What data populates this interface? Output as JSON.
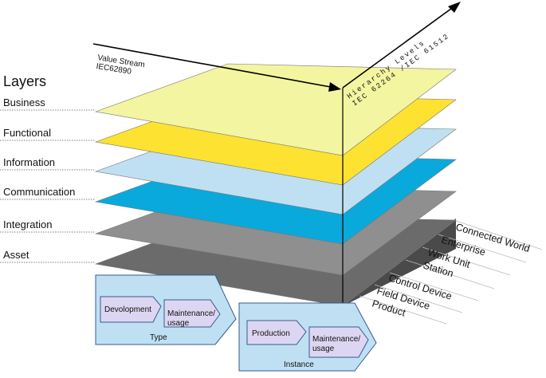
{
  "layers_heading": "Layers",
  "layers": [
    {
      "label": "Business",
      "color": "#f3f5a0"
    },
    {
      "label": "Functional",
      "color": "#fde232"
    },
    {
      "label": "Information",
      "color": "#bfe0f3"
    },
    {
      "label": "Communication",
      "color": "#0aa9dc"
    },
    {
      "label": "Integration",
      "color": "#8f8f8f"
    },
    {
      "label": "Asset",
      "color": "#6b6b6b"
    }
  ],
  "value_stream_axis": {
    "line1": "Value Stream",
    "line2": "IEC62890"
  },
  "hierarchy_axis": {
    "line1": "Hierarchy Levels",
    "line2": "IEC 62264 /IEC 61512"
  },
  "hierarchy_levels": [
    "Connected World",
    "Enterprise",
    "Work Unit",
    "Station",
    "Control Device",
    "Field Device",
    "Product"
  ],
  "lifecycle": {
    "type": {
      "label": "Type",
      "steps": [
        "Devolopment",
        "Maintenance/ usage"
      ]
    },
    "instance": {
      "label": "Instance",
      "steps": [
        "Production",
        "Maintenance/ usage"
      ]
    }
  },
  "colors": {
    "hierarchy_side": "#4a4a4a",
    "lifecycle_box": "#bfe0f3",
    "lifecycle_step": "#ddd6f2",
    "lifecycle_border": "#3a5a8c"
  }
}
